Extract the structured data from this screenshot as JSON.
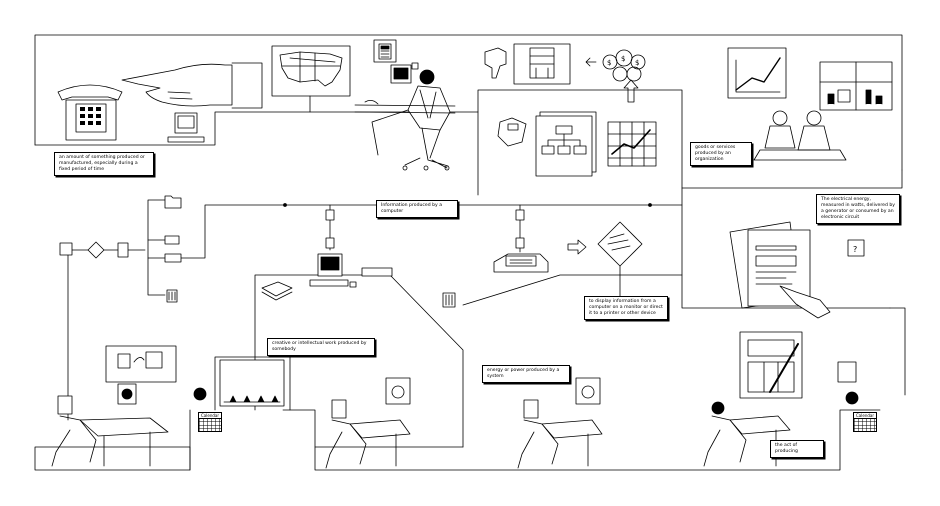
{
  "definitions": {
    "output_amount": "an amount of something produced or manufactured, especially during a fixed period of time",
    "goods_services": "goods or services produced by an organization",
    "electrical_energy": "The electrical energy, measured in watts, delivered by a generator or consumed by an electronic circuit",
    "computer_info": "Information produced by a computer",
    "display_info": "to display information from a computer on a monitor or direct it to a printer or other device",
    "creative_work": "creative or intellectual work produced by somebody",
    "energy_power": "energy or power produced by a system",
    "act_of_producing": "the act of producing"
  },
  "calendars": {
    "left": "Calendar",
    "right": "Calendar"
  },
  "icons": {
    "telephone": "telephone-icon",
    "pointing_hand": "pointing-hand-icon",
    "us_map": "us-map-icon",
    "calculator": "calculator-icon",
    "computer": "computer-icon",
    "businessman": "businessman-icon",
    "thumbs_down": "thumbs-down-icon",
    "store": "store-icon",
    "money_bags": "money-bags-icon",
    "chart": "chart-icon",
    "floppy_disk": "floppy-disk-icon",
    "document": "document-icon",
    "printer": "printer-icon",
    "trash": "trash-icon",
    "folder": "folder-icon",
    "drafting_person": "drafting-person-icon",
    "portrait": "portrait-icon"
  },
  "colors": {
    "ink": "#000000",
    "paper": "#ffffff"
  }
}
